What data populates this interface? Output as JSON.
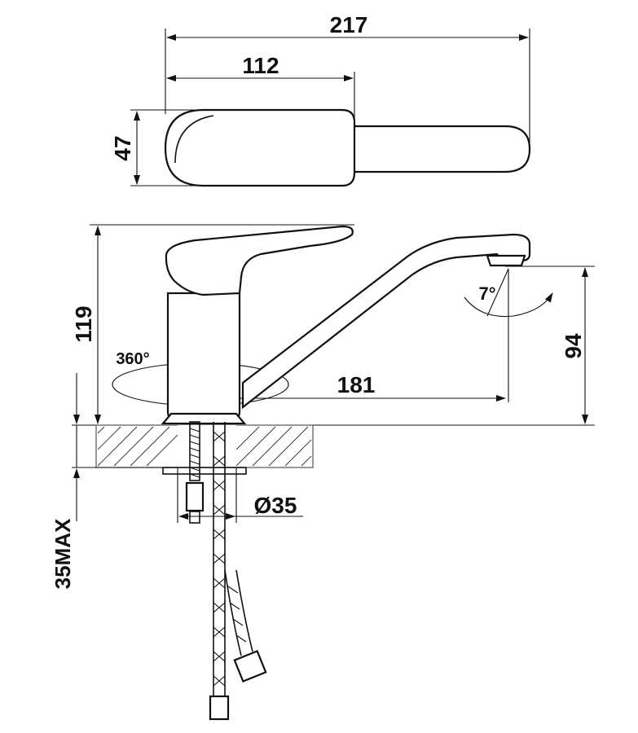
{
  "dimensions": {
    "overall_length": "217",
    "handle_length": "112",
    "handle_width": "47",
    "total_height": "119",
    "spout_height": "94",
    "spout_reach": "181",
    "swivel": "360°",
    "spout_angle": "7°",
    "hole_diameter": "Ø35",
    "max_deck_thickness": "35MAX"
  },
  "colors": {
    "ink": "#111111",
    "paper": "#ffffff"
  }
}
